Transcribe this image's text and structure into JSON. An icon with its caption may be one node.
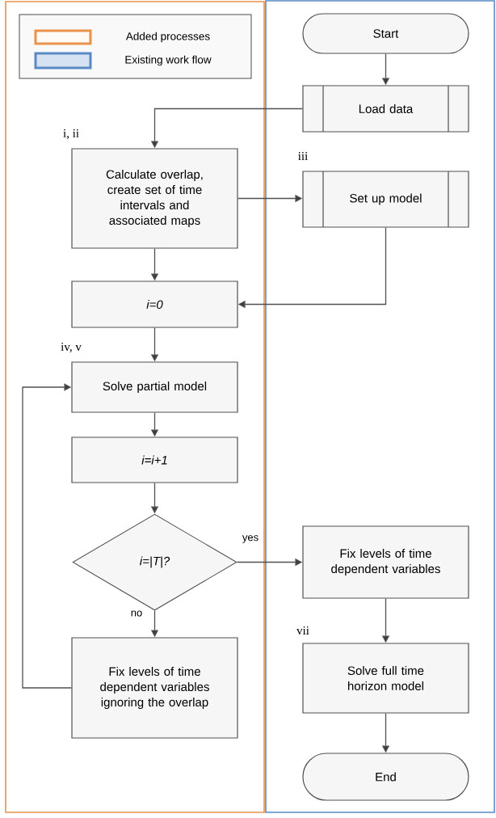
{
  "diagram": {
    "nodes": [
      {
        "text": [],
        "shape": "box"
      },
      {
        "text": [],
        "shape": "box"
      },
      {
        "text": [
          "Start"
        ],
        "in": 1
      },
      {
        "text": [
          "Load data"
        ],
        "in": 1
      },
      {
        "text": [
          "Calculate overlap, create set of time intervals and associated maps"
        ],
        "beside": [
          "i, ii"
        ],
        "in": 0
      },
      {
        "text": [
          "Set up model"
        ],
        "beside": [
          "iii"
        ],
        "in": 1
      },
      {
        "text": [
          "i=0"
        ],
        "in": 0
      },
      {
        "text": [
          "Solve partial model"
        ],
        "beside": [
          "iv, v"
        ],
        "in": 0
      },
      {
        "text": [
          "i=i+1"
        ],
        "in": 0
      },
      {
        "text": [
          "i=|T|?"
        ],
        "in": 0
      },
      {
        "text": [
          "Fix levels of time dependent variables ignoring the overlap"
        ],
        "in": 0
      },
      {
        "text": [
          "Fix levels of time dependent variables"
        ],
        "in": 1
      },
      {
        "text": [
          "Solve full time horizon model"
        ],
        "beside": [
          "vii"
        ],
        "in": 1
      },
      {
        "text": [
          "End"
        ],
        "in": 1
      }
    ],
    "edges": [
      {
        "from": 2,
        "to": 3,
        "arrow": "to"
      },
      {
        "from": 3,
        "to": 4,
        "arrow": "to"
      },
      {
        "from": 4,
        "to": 5,
        "arrow": "to"
      },
      {
        "from": 4,
        "to": 6,
        "arrow": "to"
      },
      {
        "from": 5,
        "to": 6,
        "arrow": "to"
      },
      {
        "from": 6,
        "to": 7,
        "arrow": "to"
      },
      {
        "from": 7,
        "to": 8,
        "arrow": "to"
      },
      {
        "from": 8,
        "to": 9,
        "arrow": "to"
      },
      {
        "from": 9,
        "to": 11,
        "arrow": "to",
        "label": "yes"
      },
      {
        "from": 9,
        "to": 10,
        "arrow": "to",
        "label": "no"
      },
      {
        "from": 10,
        "to": 7,
        "arrow": "to"
      },
      {
        "from": 11,
        "to": 12,
        "arrow": "to"
      },
      {
        "from": 12,
        "to": 13,
        "arrow": "to"
      }
    ],
    "legend": [
      {
        "text": "Added processes",
        "color": "#e8924a"
      },
      {
        "text": "Existing work flow",
        "color": "#5a8ac6"
      }
    ]
  }
}
